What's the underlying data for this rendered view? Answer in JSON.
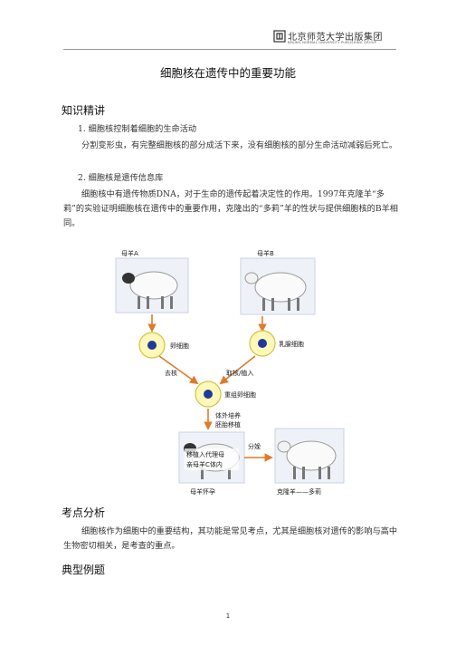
{
  "header": {
    "publisher_cn": "北京师范大学出版集团",
    "publisher_en": "BEIJING NORMAL UNIVERSITY PUBLISHING GROUP"
  },
  "title": "细胞核在遗传中的重要功能",
  "section1": {
    "heading": "知识精讲",
    "item1_title": "1. 细胞核控制着细胞的生命活动",
    "item1_text": "分割变形虫，有完整细胞核的部分成活下来，没有细胞核的部分生命活动减弱后死亡。",
    "item2_title": "2. 细胞核是遗传信息库",
    "item2_text": "细胞核中有遗传物质DNA，对于生命的遗传起着决定性的作用。1997年克隆羊“多莉”的实验证明细胞核在遗传中的重要作用，克隆出的“多莉”羊的性状与提供细胞核的B羊相同。"
  },
  "figure": {
    "sheep_a": "母羊A",
    "sheep_b": "母羊B",
    "egg_cell": "卵细胞",
    "mammary_cell": "乳腺细胞",
    "enucleate": "去核",
    "nucleus_transfer": "取核/植入",
    "recombined_egg": "重组卵细胞",
    "culture_line1": "体外培养",
    "culture_line2": "胚胎移植",
    "transfer_line1": "移植入代理母",
    "transfer_line2": "亲母羊C体内",
    "pregnant": "母羊怀孕",
    "birth": "分娩",
    "clone": "克隆羊——多莉"
  },
  "section2": {
    "heading": "考点分析",
    "text": "细胞核作为细胞中的重要结构，其功能是常见考点，尤其是细胞核对遗传的影响与高中生物密切相关，是考查的重点。"
  },
  "section3": {
    "heading": "典型例题"
  },
  "page_number": "1"
}
